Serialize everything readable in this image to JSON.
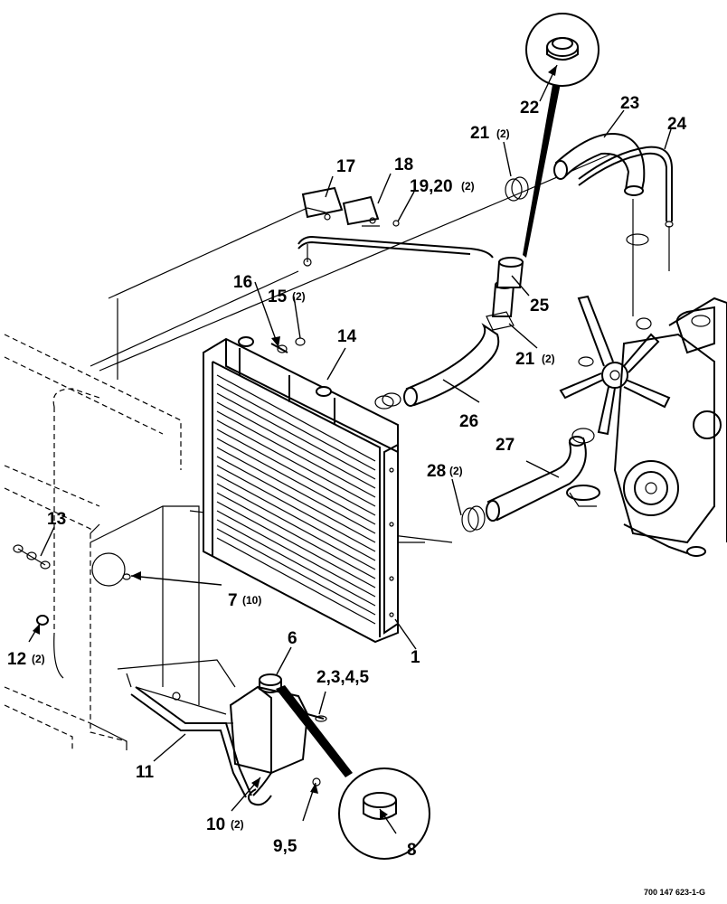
{
  "labels": {
    "l1": "1",
    "l2345": "2,3,4,5",
    "l6": "6",
    "l7": "7",
    "l7q": "(10)",
    "l8": "8",
    "l95": "9,5",
    "l10": "10",
    "l10q": "(2)",
    "l11": "11",
    "l12": "12",
    "l12q": "(2)",
    "l13": "13",
    "l14": "14",
    "l15": "15",
    "l15q": "(2)",
    "l16": "16",
    "l17": "17",
    "l18": "18",
    "l1920": "19,20",
    "l1920q": "(2)",
    "l21a": "21",
    "l21aq": "(2)",
    "l21b": "21",
    "l21bq": "(2)",
    "l22": "22",
    "l23": "23",
    "l24": "24",
    "l25": "25",
    "l26": "26",
    "l27": "27",
    "l28": "28",
    "l28q": "(2)"
  },
  "drawing_code": "700 147 623-1-G",
  "colors": {
    "ink": "#000000",
    "paper": "#ffffff"
  }
}
